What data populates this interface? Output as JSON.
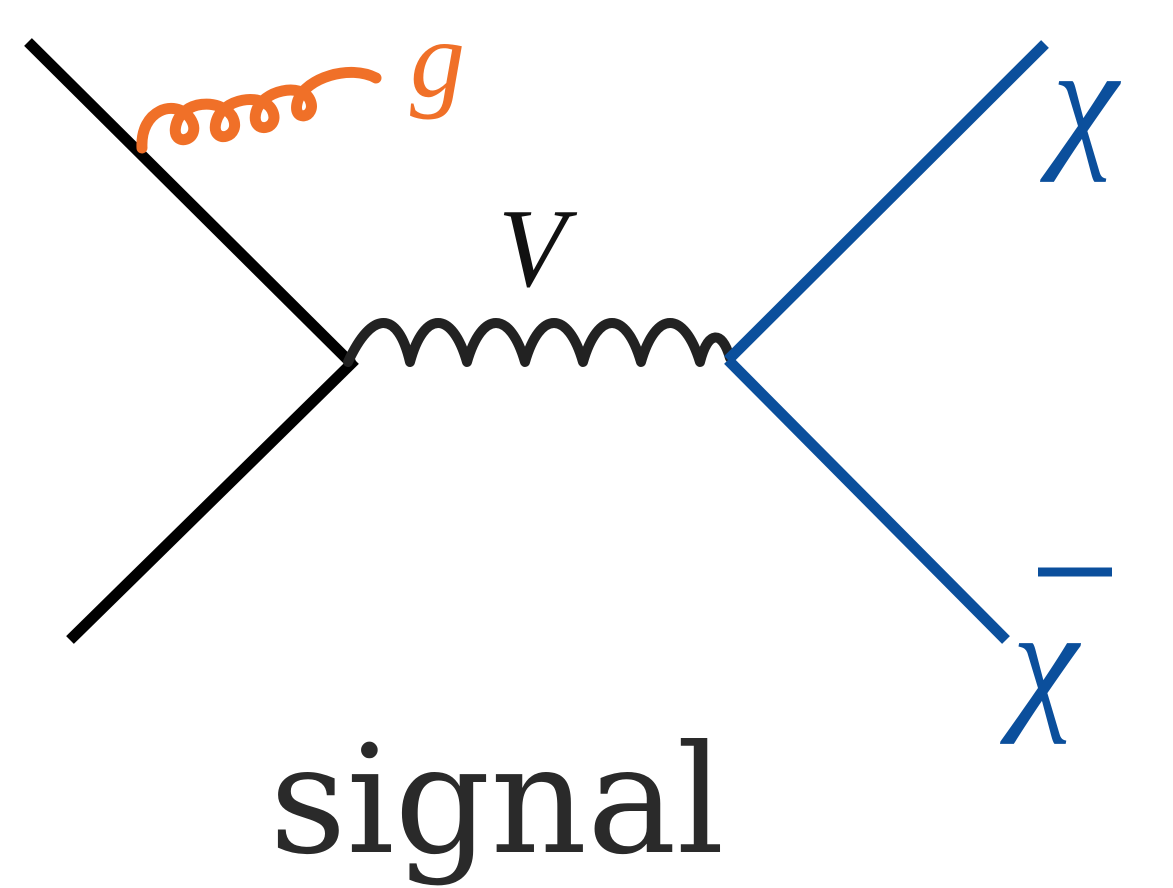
{
  "diagram": {
    "caption": "signal",
    "labels": {
      "gluon": "g",
      "mediator": "V",
      "dark_matter": "χ",
      "anti_dark_matter": "χ"
    },
    "colors": {
      "quark_lines": "#000000",
      "mediator": "#222222",
      "gluon": "#f07028",
      "dark_matter": "#0b4f9c",
      "caption": "#2a2a2a"
    }
  }
}
